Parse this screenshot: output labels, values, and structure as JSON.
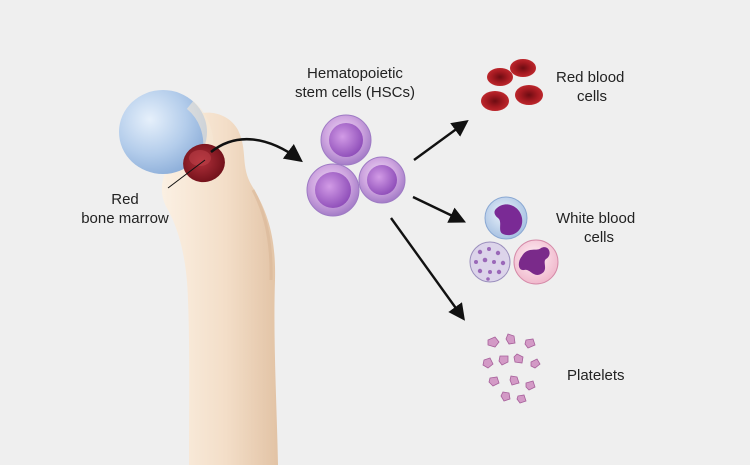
{
  "labels": {
    "hsc": [
      "Hematopoietic",
      "stem cells (HSCs)"
    ],
    "marrow": [
      "Red",
      "bone marrow"
    ],
    "rbc": [
      "Red blood",
      "cells"
    ],
    "wbc": [
      "White blood",
      "cells"
    ],
    "platelets": "Platelets"
  },
  "colors": {
    "background": "#efefef",
    "bone": "#f1dcc6",
    "cartilage": "#a9c6e8",
    "marrow": "#8a1a22",
    "stem_cell": "#b387d2",
    "red_cell": "#a8191f",
    "platelet": "#d494c6",
    "arrow": "#111111"
  }
}
